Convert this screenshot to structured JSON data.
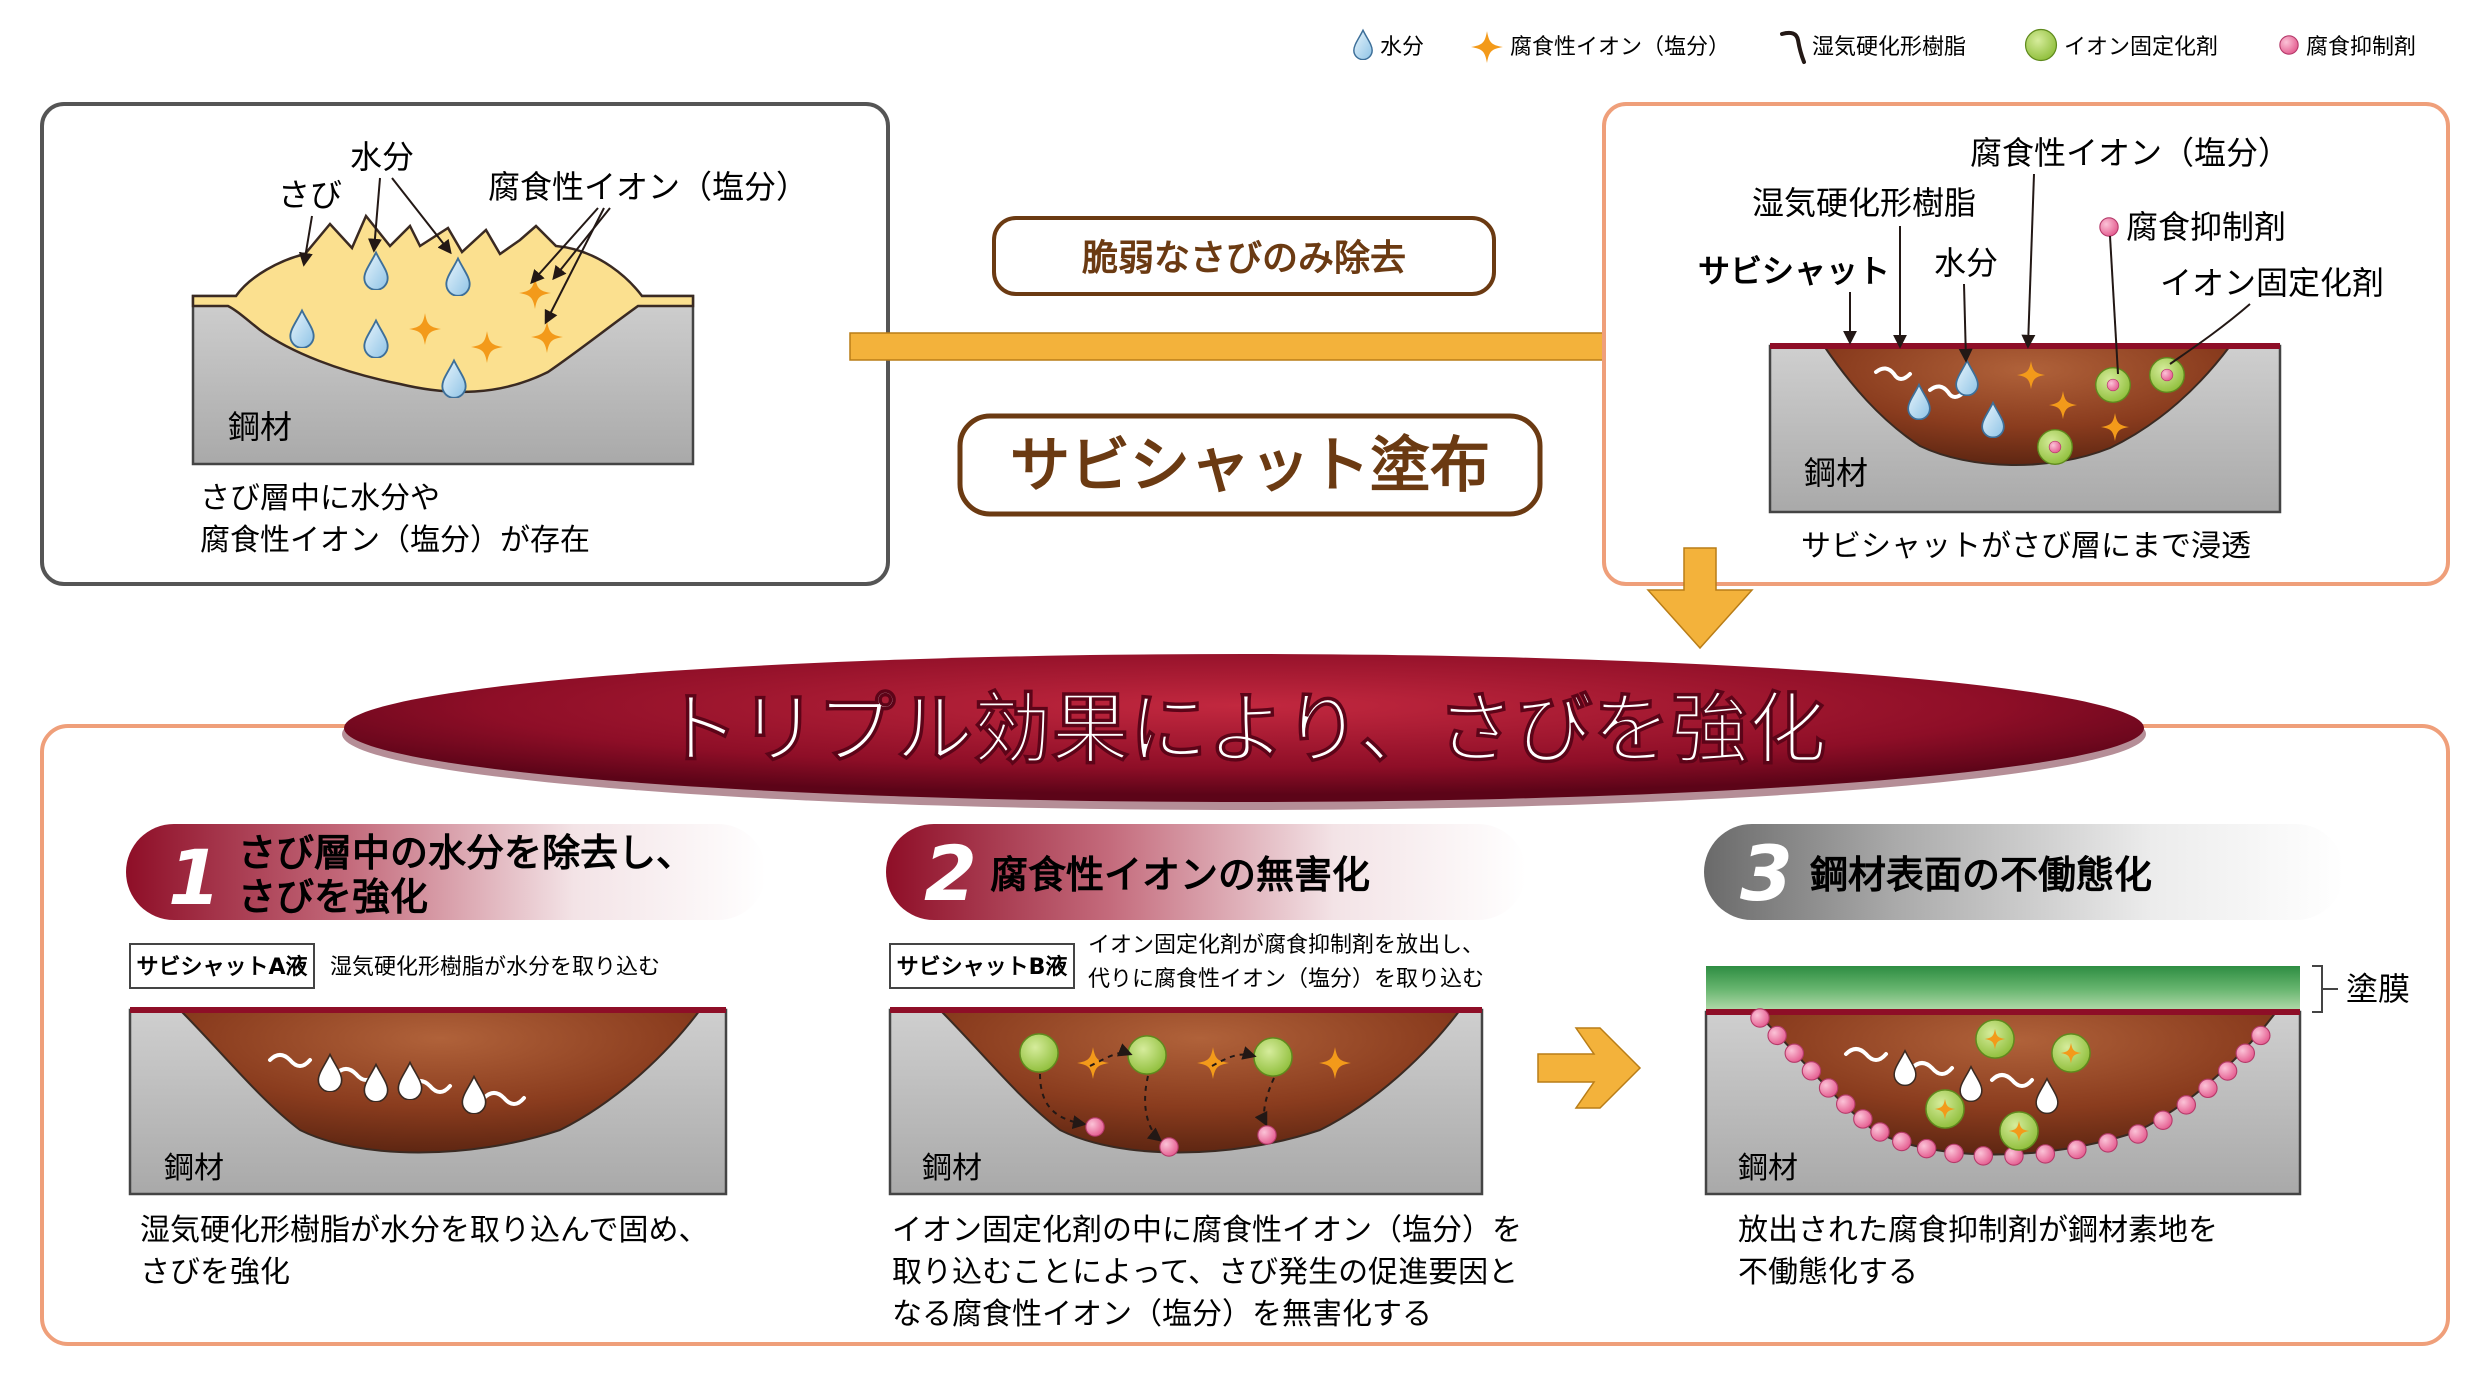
{
  "legend": {
    "water": "水分",
    "ion": "腐食性イオン（塩分）",
    "resin": "湿気硬化形樹脂",
    "fixer": "イオン固定化剤",
    "inhibitor": "腐食抑制剤"
  },
  "before": {
    "label_rust": "さび",
    "label_water": "水分",
    "label_ion": "腐食性イオン（塩分）",
    "label_steel": "鋼材",
    "caption_line1": "さび層中に水分や",
    "caption_line2": "腐食性イオン（塩分）が存在"
  },
  "process": {
    "step1": "脆弱なさびのみ除去",
    "step2": "サビシャット塗布"
  },
  "after": {
    "label_ion": "腐食性イオン（塩分）",
    "label_resin": "湿気硬化形樹脂",
    "label_inhibitor": "腐食抑制剤",
    "label_product": "サビシャット",
    "label_water": "水分",
    "label_fixer": "イオン固定化剤",
    "label_steel": "鋼材",
    "caption": "サビシャットがさび層にまで浸透"
  },
  "banner": "トリプル効果により、さびを強化",
  "effects": [
    {
      "num": "1",
      "title_line1": "さび層中の水分を除去し、",
      "title_line2": "さびを強化",
      "tag": "サビシャットA液",
      "tag_note": "湿気硬化形樹脂が水分を取り込む",
      "steel": "鋼材",
      "desc_line1": "湿気硬化形樹脂が水分を取り込んで固め、",
      "desc_line2": "さびを強化"
    },
    {
      "num": "2",
      "title": "腐食性イオンの無害化",
      "tag": "サビシャットB液",
      "tag_note_line1": "イオン固定化剤が腐食抑制剤を放出し、",
      "tag_note_line2": "代りに腐食性イオン（塩分）を取り込む",
      "steel": "鋼材",
      "desc_line1": "イオン固定化剤の中に腐食性イオン（塩分）を",
      "desc_line2": "取り込むことによって、さび発生の促進要因と",
      "desc_line3": "なる腐食性イオン（塩分）を無害化する"
    },
    {
      "num": "3",
      "title": "鋼材表面の不働態化",
      "coating_label": "塗膜",
      "steel": "鋼材",
      "desc_line1": "放出された腐食抑制剤が鋼材素地を",
      "desc_line2": "不働態化する"
    }
  ],
  "colors": {
    "steel": "#bdbdbd",
    "rust_yellow": "#fbe08f",
    "rust_brown": "#8a3c1e",
    "maroon": "#8e0e27",
    "orange_frame": "#ef9f7a",
    "arrow": "#f3b23b",
    "fixer_green": "#a6d04e",
    "inhibitor_pink": "#f07aa5",
    "ion_orange": "#f39a1a",
    "water_blue": "#9ccbe8",
    "coating_green": "#3c9a4e"
  }
}
